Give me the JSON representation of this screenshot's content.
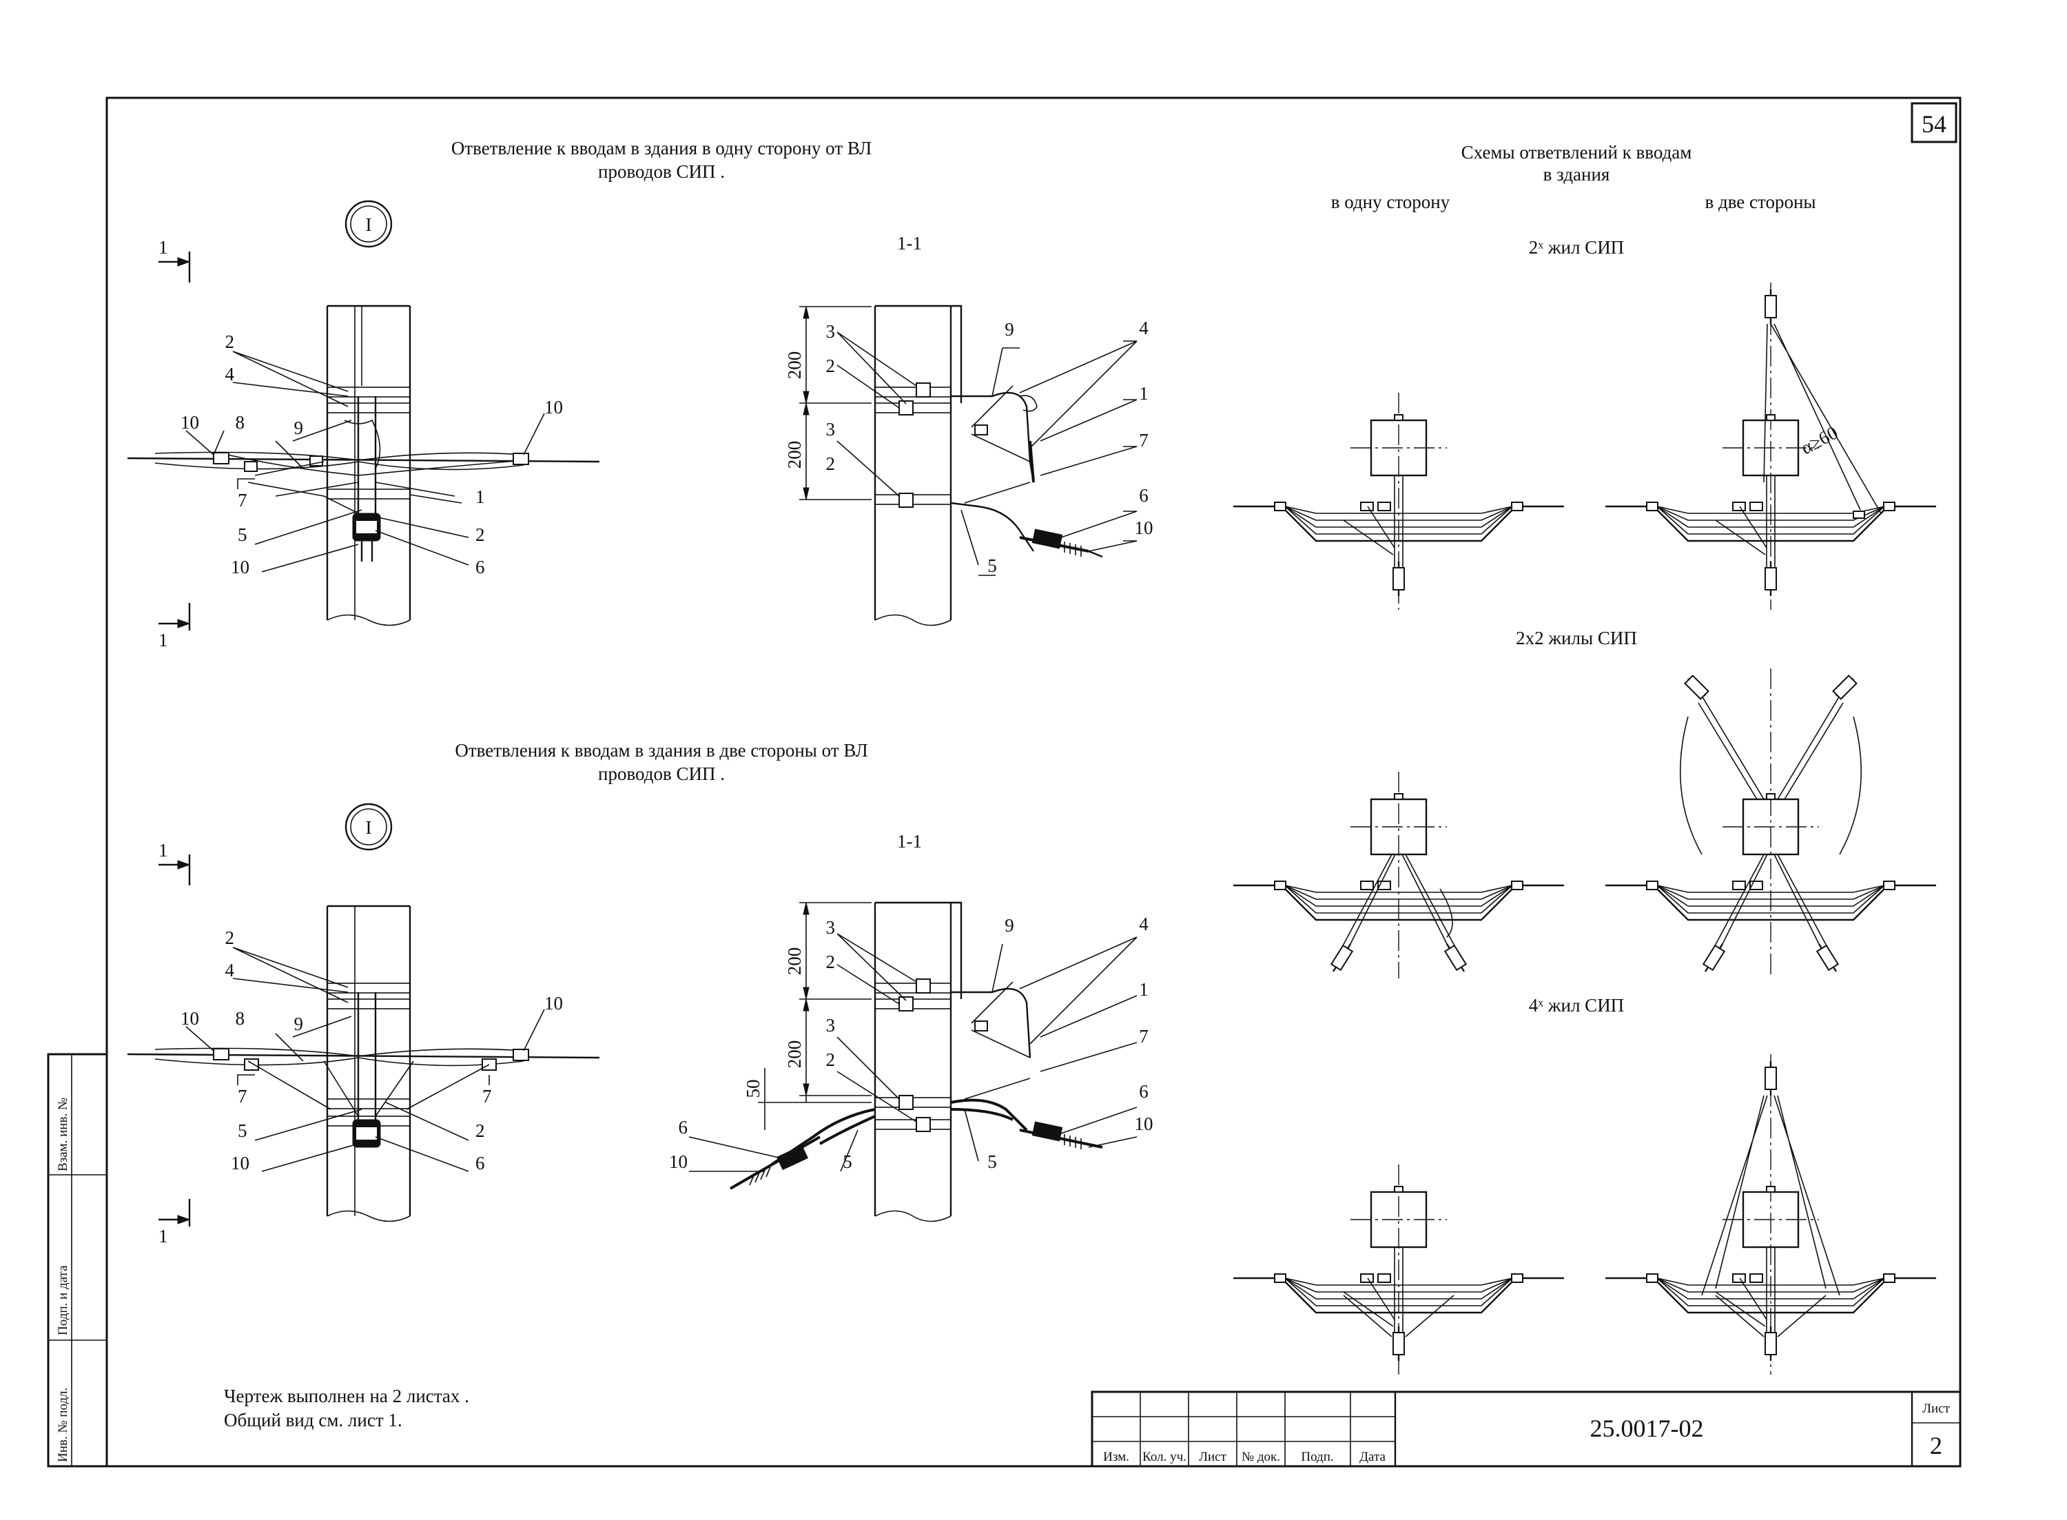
{
  "page_number": "54",
  "top_title": {
    "line1": "Ответвление к вводам в здания в одну сторону от ВЛ",
    "line2": "проводов СИП ."
  },
  "bottom_title": {
    "line1": "Ответвления к вводам в здания в две стороны от ВЛ",
    "line2": "проводов СИП ."
  },
  "view_marker": "I",
  "section_marker": "1",
  "section_title": "1-1",
  "dimensions": {
    "d200": "200",
    "d50": "50"
  },
  "callouts": {
    "c1": "1",
    "c2": "2",
    "c3": "3",
    "c4": "4",
    "c5": "5",
    "c6": "6",
    "c7": "7",
    "c8": "8",
    "c9": "9",
    "c10": "10"
  },
  "schemes": {
    "title_line1": "Схемы ответвлений к вводам",
    "title_line2": "в здания",
    "col_one_side": "в одну сторону",
    "col_two_sides": "в две стороны",
    "row1_label": "2ˣ жил СИП",
    "row2_label": "2х2 жилы СИП",
    "row3_label": "4ˣ жил СИП",
    "angle_label": "α≥60"
  },
  "note": {
    "line1": "Чертеж выполнен на 2 листах .",
    "line2": "Общий вид см. лист 1."
  },
  "side_stamp": {
    "vzam": "Взам. инв. №",
    "podp": "Подп. и дата",
    "inv": "Инв. № подл."
  },
  "title_block": {
    "columns": [
      "Изм.",
      "Кол. уч.",
      "Лист",
      "№ док.",
      "Подп.",
      "Дата"
    ],
    "doc_number": "25.0017-02",
    "sheet_label": "Лист",
    "sheet_value": "2"
  }
}
